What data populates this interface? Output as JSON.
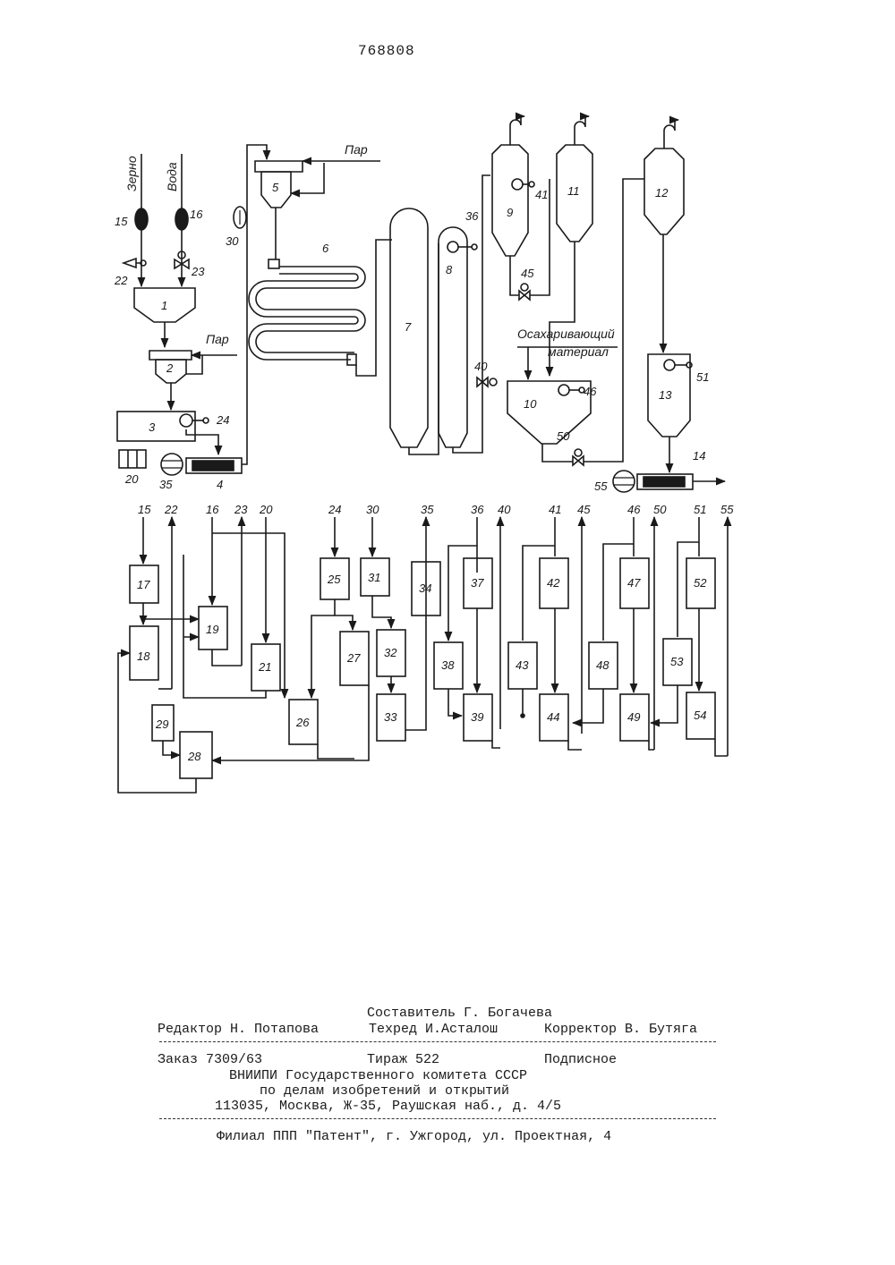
{
  "patent_number": "768808",
  "diagram": {
    "inputs": {
      "grain": "Зерно",
      "water": "Вода",
      "steam_1": "Пар",
      "steam_2": "Пар",
      "saccharifying_material_1": "Осахаривающий",
      "saccharifying_material_2": "материал"
    },
    "process_labels": [
      "1",
      "2",
      "3",
      "4",
      "5",
      "6",
      "7",
      "8",
      "9",
      "10",
      "11",
      "12",
      "13",
      "14"
    ],
    "sensor_labels": [
      "15",
      "16",
      "20",
      "22",
      "23",
      "24",
      "30",
      "35",
      "36",
      "40",
      "41",
      "45",
      "46",
      "50",
      "51",
      "55"
    ],
    "control_top_labels": [
      "15",
      "22",
      "16",
      "23",
      "20",
      "24",
      "30",
      "35",
      "36",
      "40",
      "41",
      "45",
      "46",
      "50",
      "51",
      "55"
    ],
    "control_blocks": [
      "17",
      "18",
      "19",
      "21",
      "25",
      "26",
      "27",
      "28",
      "29",
      "31",
      "32",
      "33",
      "34",
      "37",
      "38",
      "39",
      "42",
      "43",
      "44",
      "47",
      "48",
      "49",
      "52",
      "53",
      "54"
    ]
  },
  "imprint": {
    "compiler": "Составитель Г. Богачева",
    "editor": "Редактор Н. Потапова",
    "techred": "Техред И.Асталош",
    "corrector": "Корректор В. Бутяга",
    "order": "Заказ 7309/63",
    "circulation": "Тираж 522",
    "subscription": "Подписное",
    "org1": "ВНИИПИ Государственного комитета СССР",
    "org2": "по делам изобретений и открытий",
    "address": "113035, Москва, Ж-35, Раушская наб., д. 4/5",
    "branch": "Филиал ППП \"Патент\", г. Ужгород, ул. Проектная, 4"
  }
}
